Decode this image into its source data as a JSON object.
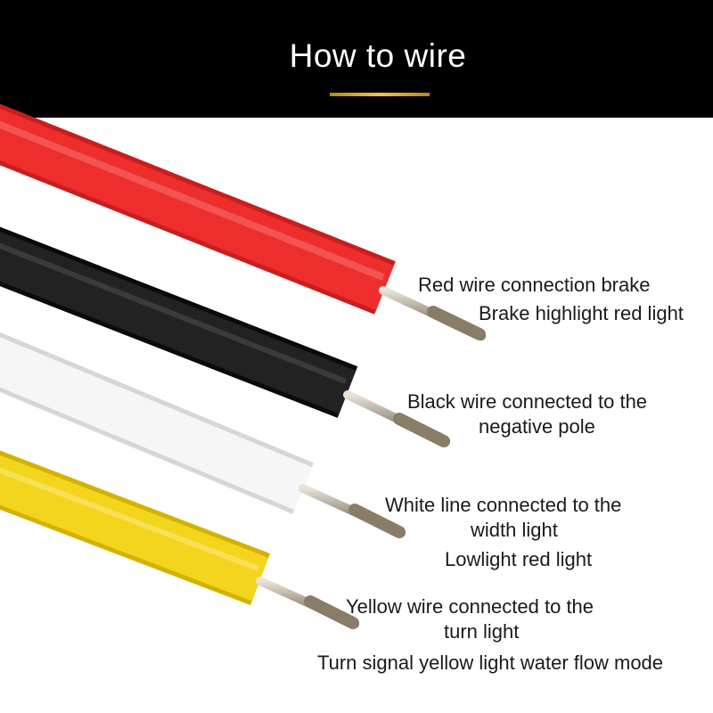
{
  "header": {
    "title": "How to wire",
    "accent_color": "#e0b030",
    "background_color": "#000000"
  },
  "wires": [
    {
      "color": "#ee2d2d",
      "lines": [
        "Red wire connection brake",
        "Brake highlight red light"
      ]
    },
    {
      "color": "#1c1c1c",
      "lines": [
        "Black wire connected to the",
        "negative pole"
      ]
    },
    {
      "color": "#f4f4f4",
      "lines": [
        "White line connected to the",
        "width light",
        "Lowlight red light"
      ]
    },
    {
      "color": "#f2d21c",
      "lines": [
        "Yellow wire connected to the",
        "turn light",
        "Turn signal yellow light water flow mode"
      ]
    }
  ]
}
